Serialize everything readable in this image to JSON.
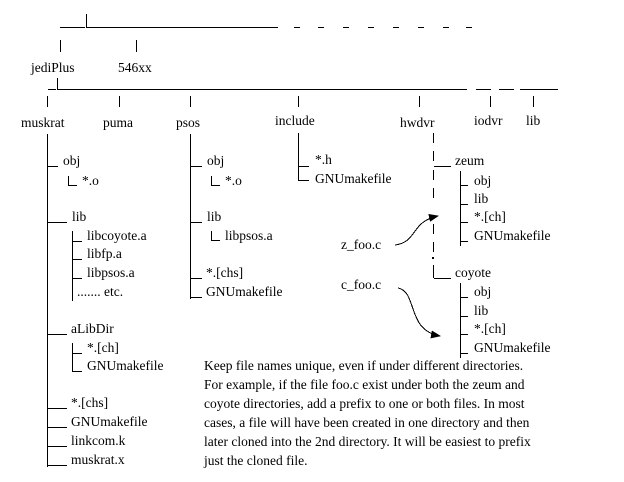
{
  "top": {
    "root_name": "jediPlus",
    "second_name": "546xx"
  },
  "directories": {
    "muskrat": "muskrat",
    "puma": "puma",
    "psos": "psos",
    "include": "include",
    "hwdvr": "hwdvr",
    "iodvr": "iodvr",
    "lib": "lib"
  },
  "muskrat_tree": {
    "obj": "obj",
    "obj_file": "*.o",
    "lib": "lib",
    "libcoyote": "libcoyote.a",
    "libfp": "libfp.a",
    "libpsos": "libpsos.a",
    "etc": "....... etc.",
    "alibdir": "aLibDir",
    "alibdir_ch": "*.[ch]",
    "alibdir_make": "GNUmakefile",
    "chs": "*.[chs]",
    "make": "GNUmakefile",
    "linkcom": "linkcom.k",
    "muskrat_x": "muskrat.x"
  },
  "psos_tree": {
    "obj": "obj",
    "obj_file": "*.o",
    "lib": "lib",
    "libpsos": "libpsos.a",
    "chs": "*.[chs]",
    "make": "GNUmakefile"
  },
  "include_tree": {
    "h": "*.h",
    "make": "GNUmakefile"
  },
  "hwdvr_tree": {
    "zeum": "zeum",
    "zeum_obj": "obj",
    "zeum_lib": "lib",
    "zeum_ch": "*.[ch]",
    "zeum_make": "GNUmakefile",
    "coyote": "coyote",
    "coyote_obj": "obj",
    "coyote_lib": "lib",
    "coyote_ch": "*.[ch]",
    "coyote_make": "GNUmakefile"
  },
  "arrows": {
    "z_foo": "z_foo.c",
    "c_foo": "c_foo.c"
  },
  "note": {
    "lines": [
      "Keep file names unique, even if under different directories.",
      "For example, if the file foo.c exist under both the zeum and",
      "coyote directories, add a prefix to one or both files. In most",
      "cases, a file will have been created in one directory and then",
      "later cloned into the 2nd directory. It will be easiest to prefix",
      "just the cloned file."
    ]
  }
}
